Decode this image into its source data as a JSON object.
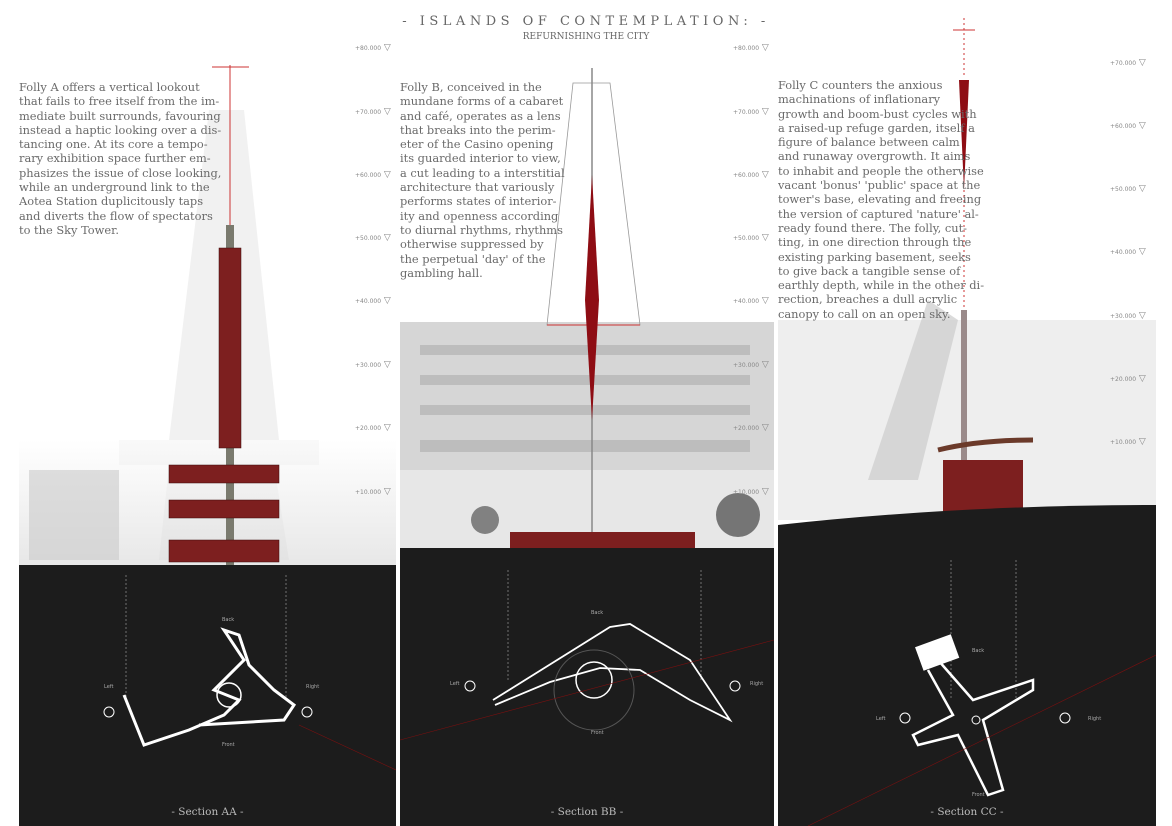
{
  "header": {
    "title": "- ISLANDS OF CONTEMPLATION: -",
    "subtitle": "REFURNISHING THE CITY"
  },
  "levels": [
    "+80.000",
    "+70.000",
    "+60.000",
    "+50.000",
    "+40.000",
    "+30.000",
    "+20.000",
    "+10.000"
  ],
  "plan_labels": {
    "back": "Back",
    "front": "Front",
    "left": "Left",
    "right": "Right"
  },
  "panels": [
    {
      "id": "A",
      "section": "- Section AA -",
      "marker": "A",
      "text": "Folly A offers a vertical lookout\nthat fails to free itself from the im-\nmediate built surrounds, favouring\ninstead a haptic looking over a dis-\ntancing one.  At its core a tempo-\nrary exhibition space further em-\nphasizes the issue of close looking,\nwhile an underground link to the\nAotea Station duplicitously taps\nand diverts the flow of spectators\nto the Sky Tower."
    },
    {
      "id": "B",
      "section": "- Section BB -",
      "marker": "B",
      "text": "Folly B, conceived in the\nmundane forms of a cabaret\nand café, operates as a lens\nthat breaks into the perim-\neter of the Casino opening\nits guarded interior to view,\na cut leading to a interstitial\narchitecture that variously\nperforms states of interior-\nity and openness according\nto diurnal rhythms, rhythms\notherwise suppressed by\nthe perpetual 'day' of the\ngambling hall."
    },
    {
      "id": "C",
      "section": "- Section CC -",
      "marker": "C",
      "text": "Folly C counters the anxious\nmachinations of inflationary\ngrowth and boom-bust cycles with\na raised-up refuge garden, itself a\nfigure of balance between calm\nand runaway overgrowth. It aims\nto inhabit and people the otherwise\nvacant 'bonus' 'public' space at the\ntower's base, elevating and freeing\nthe version of captured 'nature' al-\nready found there.  The folly, cut-\nting, in one direction through the\nexisting parking basement, seeks\nto give back a tangible sense of\nearthly depth, while in the other di-\nrection, breaches a dull acrylic\ncanopy to call on an open sky."
    }
  ],
  "colors": {
    "accent": "#a3121a",
    "ground": "#1c1c1c",
    "text": "#6a6a6a"
  }
}
